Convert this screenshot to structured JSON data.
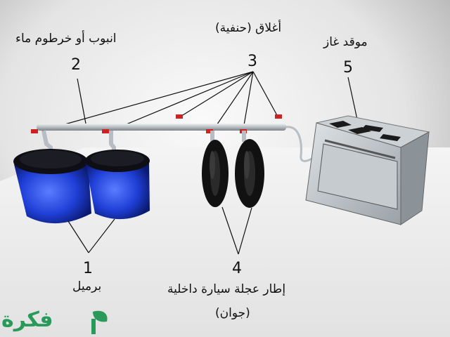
{
  "labels": {
    "pipe": {
      "number": "2",
      "text": "انبوب أو خرطوم ماء"
    },
    "valves": {
      "number": "3",
      "text": "أغلاق (حنفية)"
    },
    "stove": {
      "number": "5",
      "text": "موقد غاز"
    },
    "barrels": {
      "number": "1",
      "text": "برميل"
    },
    "tubes": {
      "number": "4",
      "text_line1": "إطار عجلة سيارة داخلية",
      "text_line2": "(جوان)"
    }
  },
  "logo": {
    "text": "فكرة"
  },
  "colors": {
    "barrel": "#1f3fd6",
    "tube": "#111111",
    "pipe": "#b7bdc2",
    "valve": "#cc2222",
    "logo": "#2a9a5a"
  }
}
